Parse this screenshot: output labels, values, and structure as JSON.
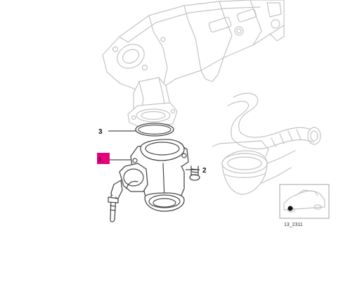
{
  "callouts": {
    "hose_clamp": {
      "number": "2"
    },
    "o_ring": {
      "number": "3"
    }
  },
  "highlight": {
    "number": "1",
    "color": "#e6007e"
  },
  "thumbnail": {
    "ref_code": "13_2311"
  },
  "colors": {
    "part_stroke": "#4a4a4a",
    "ghost_stroke": "#c4c4c4",
    "highlight": "#e6007e"
  }
}
